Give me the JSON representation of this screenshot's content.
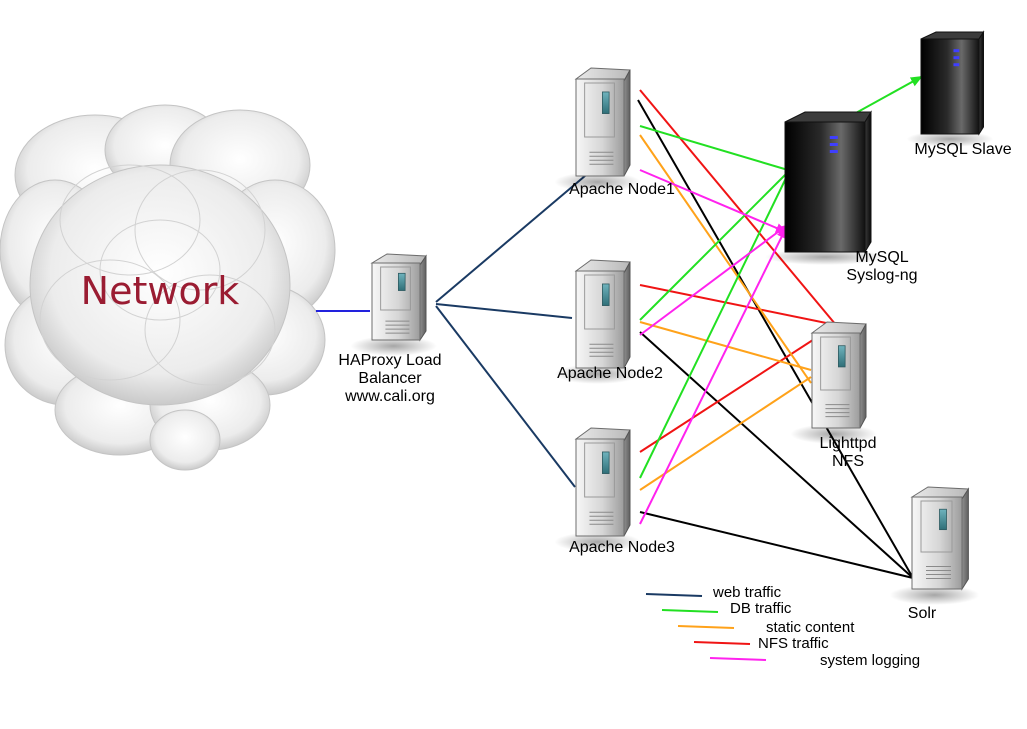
{
  "network": {
    "label": "Network"
  },
  "nodes": {
    "haproxy": {
      "lines": [
        "HAProxy Load",
        "Balancer",
        "www.cali.org"
      ]
    },
    "apache1": {
      "lines": [
        "Apache Node1"
      ]
    },
    "apache2": {
      "lines": [
        "Apache Node2"
      ]
    },
    "apache3": {
      "lines": [
        "Apache Node3"
      ]
    },
    "mysql": {
      "lines": [
        "MySQL",
        "Syslog-ng"
      ]
    },
    "mysql_slave": {
      "lines": [
        "MySQL Slave"
      ]
    },
    "lighttpd": {
      "lines": [
        "Lighttpd",
        "NFS"
      ]
    },
    "solr": {
      "lines": [
        "Solr"
      ]
    }
  },
  "colors": {
    "web": "#1a3a63",
    "db": "#22e022",
    "static": "#ffa21a",
    "nfs": "#f01414",
    "logging": "#ff22ee",
    "search": "#000000",
    "uplink": "#2222dd"
  },
  "legend": [
    {
      "label": "web traffic",
      "color": "#1a3a63"
    },
    {
      "label": "DB traffic",
      "color": "#22e022"
    },
    {
      "label": "static content",
      "color": "#ffa21a"
    },
    {
      "label": "NFS traffic",
      "color": "#f01414"
    },
    {
      "label": "system logging",
      "color": "#ff22ee"
    }
  ]
}
